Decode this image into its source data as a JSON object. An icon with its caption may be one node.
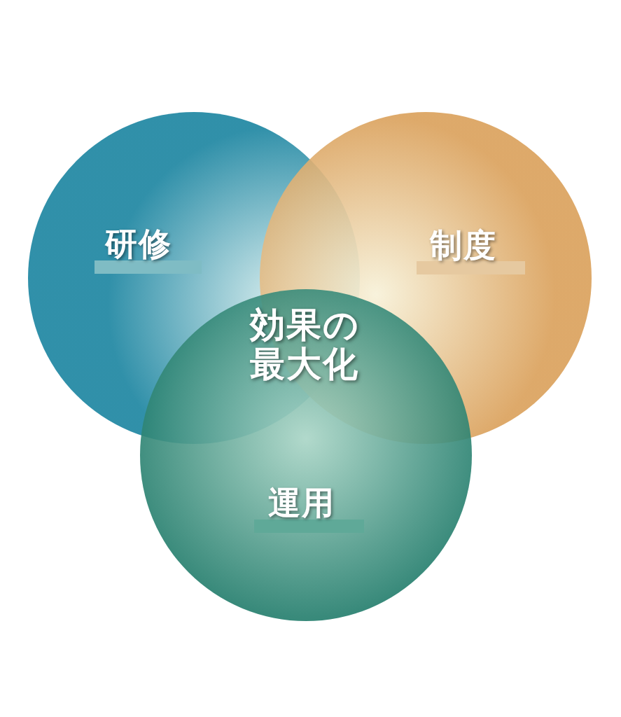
{
  "diagram": {
    "nodes": [
      {
        "text": [
          "研修"
        ]
      },
      {
        "text": [
          "制度"
        ]
      },
      {
        "text": [
          "運用"
        ]
      }
    ],
    "labels": [
      "効果の最大化"
    ]
  }
}
